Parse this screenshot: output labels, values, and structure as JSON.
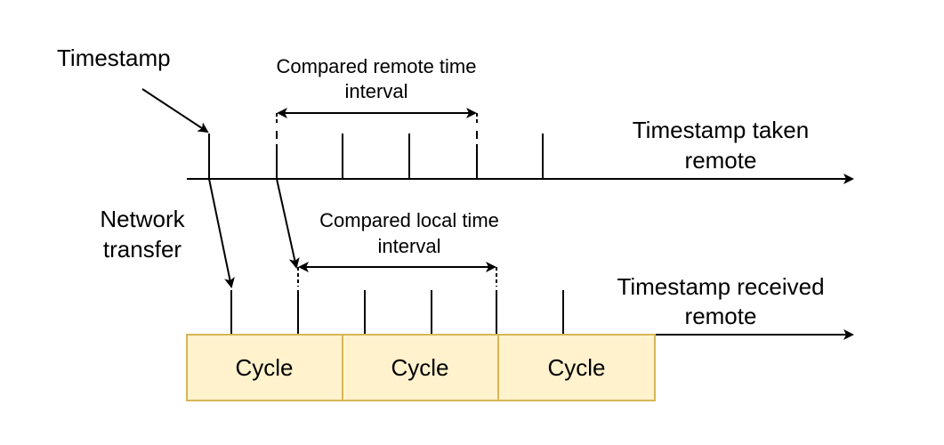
{
  "labels": {
    "timestamp": "Timestamp",
    "network_line1": "Network",
    "network_line2": "transfer",
    "remote_interval_line1": "Compared remote time",
    "remote_interval_line2": "interval",
    "local_interval_line1": "Compared local time",
    "local_interval_line2": "interval",
    "taken_line1": "Timestamp taken",
    "taken_line2": "remote",
    "received_line1": "Timestamp received",
    "received_line2": "remote"
  },
  "cycles": [
    "Cycle",
    "Cycle",
    "Cycle"
  ],
  "colors": {
    "cycle_fill": "#fff2cc",
    "cycle_stroke": "#d6b656",
    "line": "#000000"
  }
}
